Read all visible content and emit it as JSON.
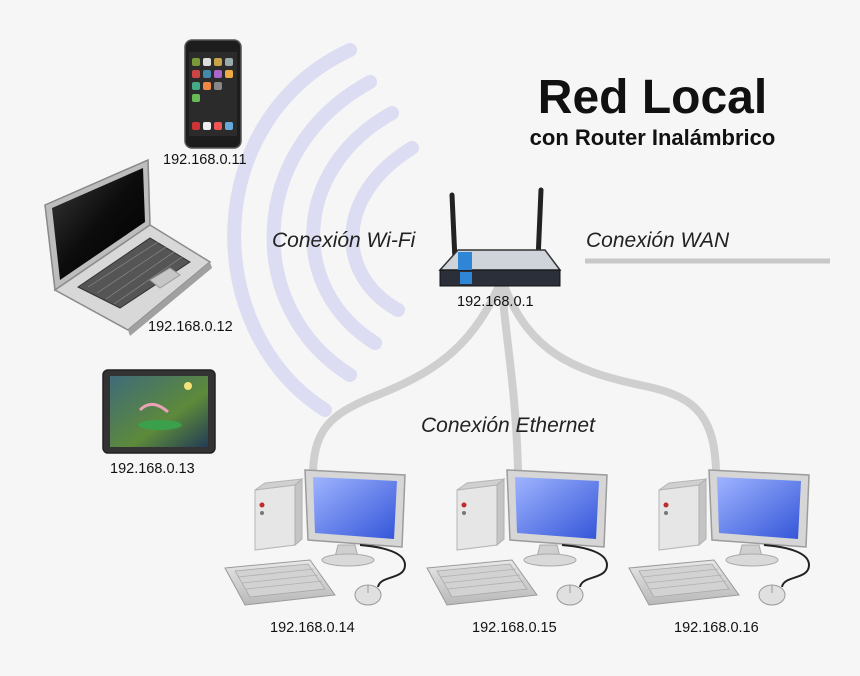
{
  "title": "Red Local",
  "subtitle": "con Router Inalámbrico",
  "connections": {
    "wifi": "Conexión Wi-Fi",
    "wan": "Conexión WAN",
    "ethernet": "Conexión Ethernet"
  },
  "router": {
    "ip": "192.168.0.1",
    "accent_color": "#2f86d6"
  },
  "devices": {
    "smartphone": {
      "ip": "192.168.0.11"
    },
    "laptop": {
      "ip": "192.168.0.12"
    },
    "tablet": {
      "ip": "192.168.0.13"
    },
    "desktops": [
      {
        "ip": "192.168.0.14"
      },
      {
        "ip": "192.168.0.15"
      },
      {
        "ip": "192.168.0.16"
      }
    ]
  },
  "colors": {
    "wifi_waves": "#dcdcf2",
    "cables": "#cfcfcf",
    "wan_line": "#c8c8c8",
    "screen_blue": "#4a6fe0"
  }
}
